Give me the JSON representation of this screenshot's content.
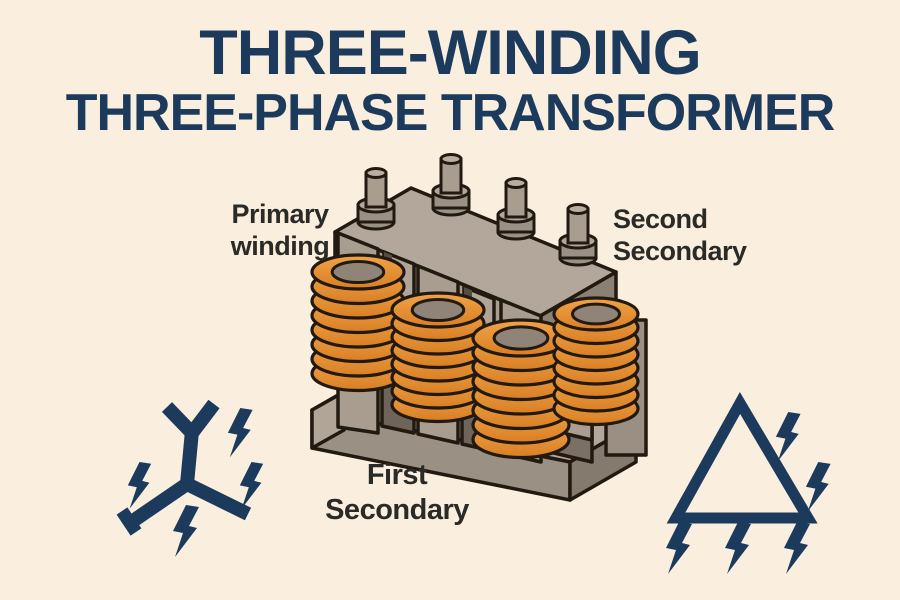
{
  "page": {
    "background_color": "#FAEFDE"
  },
  "title": {
    "line1": "THREE-WINDING",
    "line2": "THREE-PHASE TRANSFORMER",
    "color": "#1C3B5C"
  },
  "labels": {
    "primary_winding": {
      "line1": "Primary",
      "line2": "winding"
    },
    "second_secondary": {
      "line1": "Second",
      "line2": "Secondary"
    },
    "first_secondary": {
      "line1": "First",
      "line2": "Secondary"
    },
    "text_color": "#2A2A27"
  },
  "transformer": {
    "visible_coils": 4,
    "visible_bushings": 4,
    "coil_color": "#E5913A",
    "core_front_color": "#A89D8F",
    "core_top_color": "#B2A79A",
    "core_side_color": "#8A8073",
    "outline_color": "#221910"
  },
  "symbols": {
    "wye": {
      "icon": "wye-star-connection-icon",
      "lightning_bolts": 4,
      "color": "#1C3B5C"
    },
    "delta": {
      "icon": "delta-triangle-connection-icon",
      "lightning_bolts": 5,
      "color": "#1C3B5C"
    }
  }
}
